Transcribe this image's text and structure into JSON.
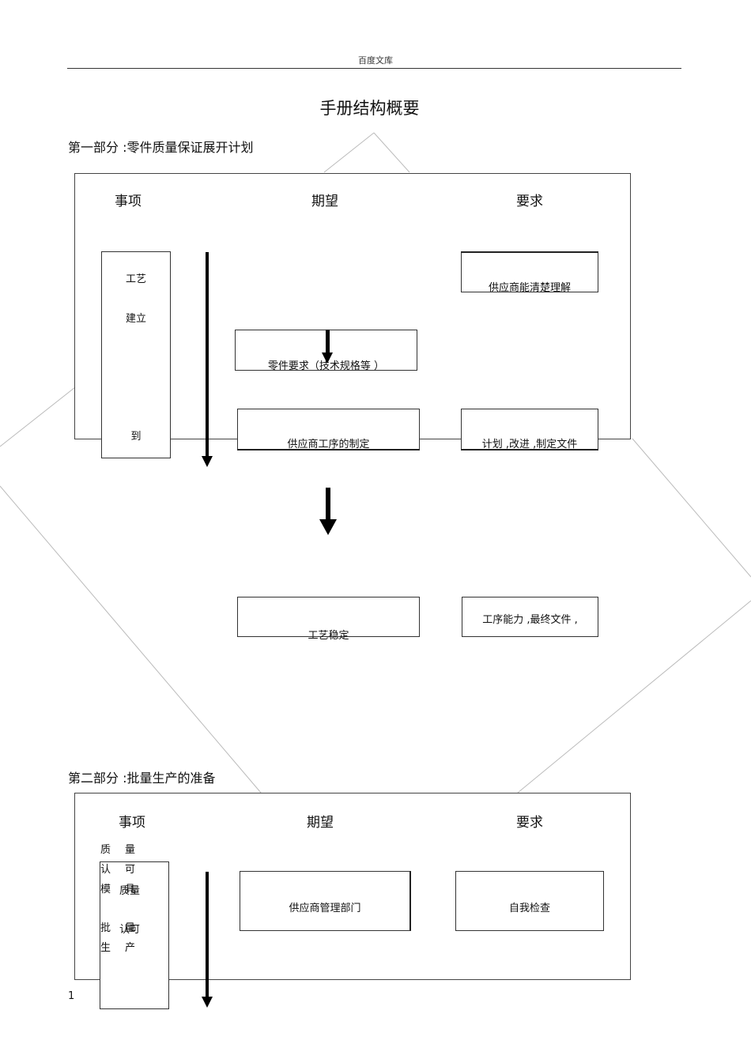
{
  "header": {
    "site_name": "百度文库"
  },
  "title": "手册结构概要",
  "part1": {
    "heading": "第一部分 :零件质量保证展开计划",
    "col_item": "事项",
    "col_expect": "期望",
    "col_require": "要求",
    "item_lines": [
      "工艺",
      "建立",
      "到"
    ],
    "expect_boxes": [
      "零件要求（技术规格等 ）",
      "供应商工序的制定",
      "工艺稳定"
    ],
    "require_boxes": [
      "供应商能清楚理解",
      "计划 ,改进 ,制定文件",
      "工序能力 ,最终文件 ,"
    ]
  },
  "part2": {
    "heading": "第二部分 :批量生产的准备",
    "col_item": "事项",
    "col_expect": "期望",
    "col_require": "要求",
    "item_text_a": [
      "质",
      "量",
      "认",
      "可",
      "模",
      "具",
      "批",
      "量",
      "生",
      "产"
    ],
    "item_text_b": [
      "质量",
      "认可"
    ],
    "expect_box": "供应商管理部门",
    "require_box": "自我检查"
  },
  "page_number": "1"
}
